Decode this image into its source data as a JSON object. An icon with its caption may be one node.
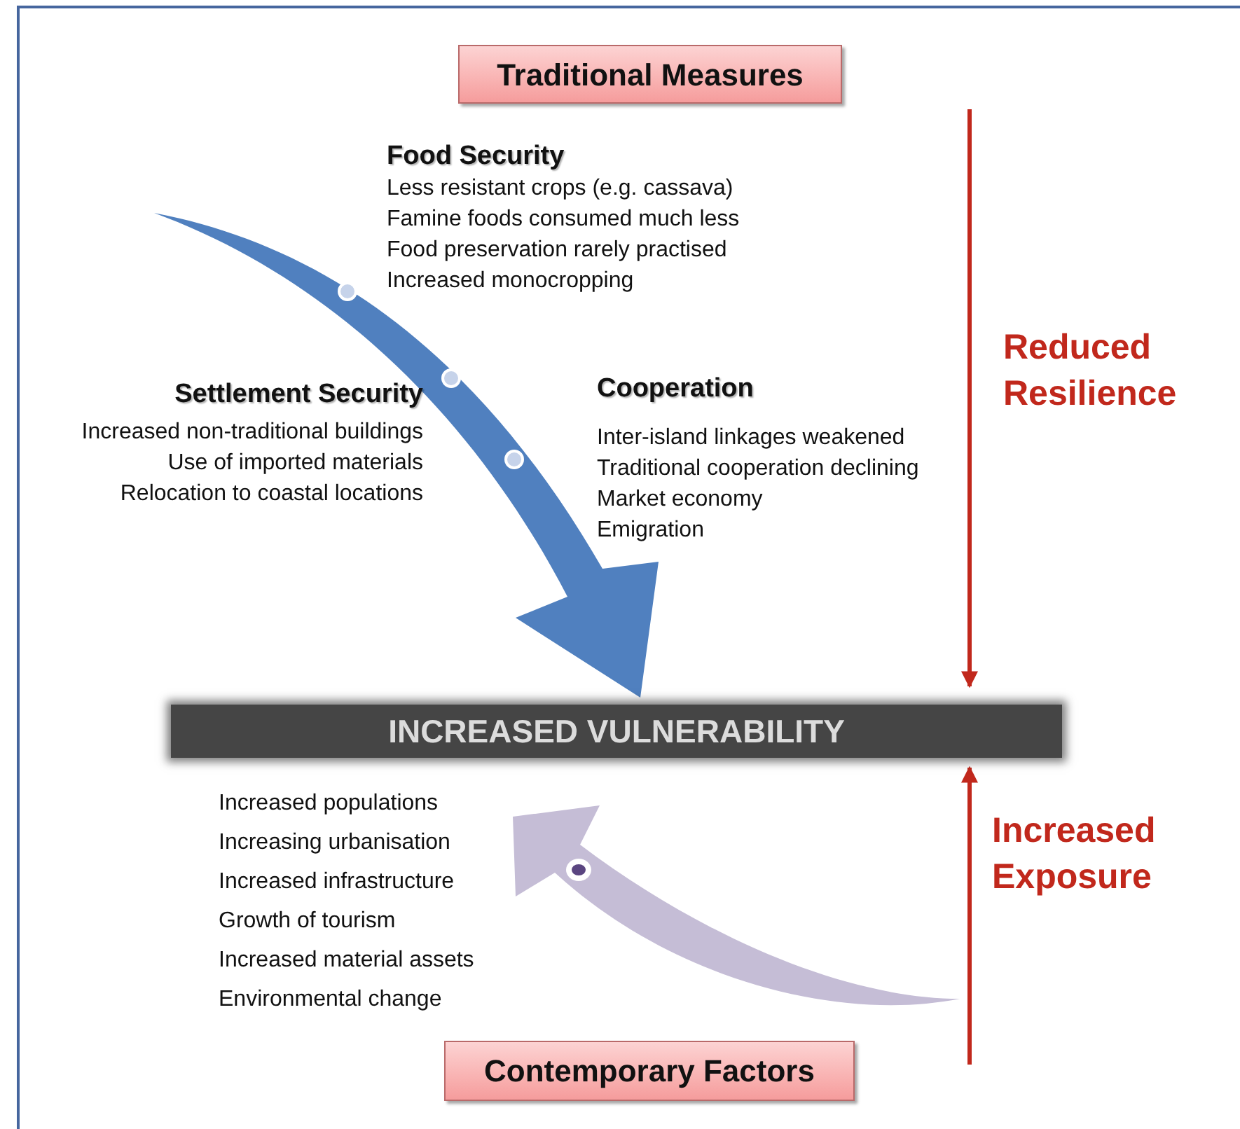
{
  "diagram": {
    "nodes": [
      {
        "text": [
          "Traditional Measures"
        ]
      },
      {
        "text": [
          "Food Security",
          "Less resistant crops (e.g. cassava)",
          "Famine foods consumed much less",
          "Food preservation rarely practised",
          "Increased monocropping"
        ]
      },
      {
        "text": [
          "Settlement Security",
          "Increased non-traditional buildings",
          "Use of imported materials",
          "Relocation to coastal locations"
        ]
      },
      {
        "text": [
          "Cooperation",
          "Inter-island linkages weakened",
          "Traditional cooperation declining",
          "Market economy",
          "Emigration"
        ]
      },
      {
        "text": [
          "INCREASED VULNERABILITY"
        ]
      },
      {
        "text": [
          "Increased populations",
          "Increasing urbanisation",
          "Increased infrastructure",
          "Growth of tourism",
          "Increased material assets",
          "Environmental change"
        ]
      },
      {
        "text": [
          "Contemporary Factors"
        ]
      }
    ],
    "edges": [
      {
        "from": null,
        "to": 4,
        "arrow": "to",
        "style": "thick",
        "color": "#5080bf"
      },
      {
        "from": null,
        "to": 4,
        "arrow": "to",
        "label": "Reduced Resilience"
      },
      {
        "from": null,
        "to": 5,
        "arrow": "to",
        "style": "thick",
        "color": "#c5bdd6"
      },
      {
        "from": null,
        "to": 4,
        "arrow": "to",
        "label": "Increased Exposure"
      }
    ]
  }
}
